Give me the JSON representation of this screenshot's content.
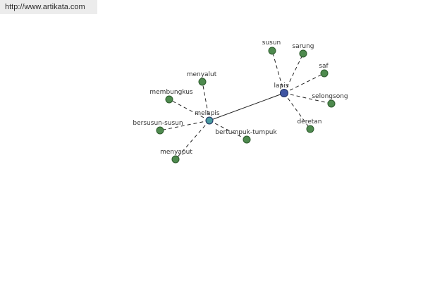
{
  "watermark": "http://www.artikata.com",
  "colors": {
    "leaf": "#4e8a4e",
    "hub_primary": "#3f55a3",
    "hub_secondary": "#4a9ba0"
  },
  "nodes": [
    {
      "id": "melapis",
      "label": "melapis",
      "kind": "hub_secondary"
    },
    {
      "id": "lapis",
      "label": "lapis",
      "kind": "hub_primary"
    },
    {
      "id": "susun",
      "label": "susun",
      "kind": "leaf"
    },
    {
      "id": "sarung",
      "label": "sarung",
      "kind": "leaf"
    },
    {
      "id": "saf",
      "label": "saf",
      "kind": "leaf"
    },
    {
      "id": "selongsong",
      "label": "selongsong",
      "kind": "leaf"
    },
    {
      "id": "deretan",
      "label": "deretan",
      "kind": "leaf"
    },
    {
      "id": "menyalut",
      "label": "menyalut",
      "kind": "leaf"
    },
    {
      "id": "membungkus",
      "label": "membungkus",
      "kind": "leaf"
    },
    {
      "id": "bersusun-susun",
      "label": "bersusun-susun",
      "kind": "leaf"
    },
    {
      "id": "menyaput",
      "label": "menyaput",
      "kind": "leaf"
    },
    {
      "id": "bertumpuk-tumpuk",
      "label": "bertumpuk-tumpuk",
      "kind": "leaf"
    }
  ],
  "edges": [
    {
      "from": "melapis",
      "to": "lapis",
      "style": "solid"
    },
    {
      "from": "lapis",
      "to": "susun",
      "style": "dashed"
    },
    {
      "from": "lapis",
      "to": "sarung",
      "style": "dashed"
    },
    {
      "from": "lapis",
      "to": "saf",
      "style": "dashed"
    },
    {
      "from": "lapis",
      "to": "selongsong",
      "style": "dashed"
    },
    {
      "from": "lapis",
      "to": "deretan",
      "style": "dashed"
    },
    {
      "from": "melapis",
      "to": "menyalut",
      "style": "dashed"
    },
    {
      "from": "melapis",
      "to": "membungkus",
      "style": "dashed"
    },
    {
      "from": "melapis",
      "to": "bersusun-susun",
      "style": "dashed"
    },
    {
      "from": "melapis",
      "to": "menyaput",
      "style": "dashed"
    },
    {
      "from": "melapis",
      "to": "bertumpuk-tumpuk",
      "style": "dashed"
    }
  ]
}
